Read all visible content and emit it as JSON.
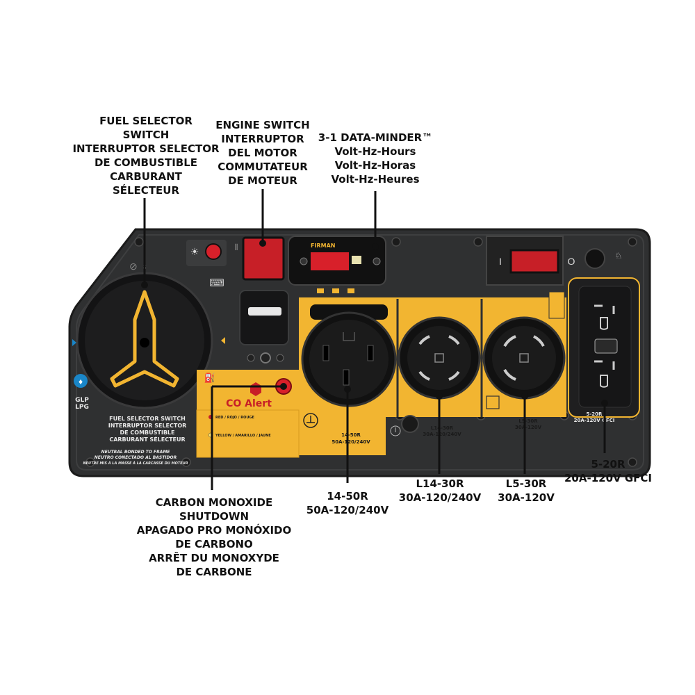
{
  "callouts": {
    "fuel_selector": [
      "FUEL SELECTOR",
      "SWITCH",
      "INTERRUPTOR SELECTOR",
      "DE COMBUSTIBLE",
      "CARBURANT",
      "SÉLECTEUR"
    ],
    "engine_switch": [
      "ENGINE SWITCH",
      "INTERRUPTOR",
      "DEL MOTOR",
      "COMMUTATEUR",
      "DE MOTEUR"
    ],
    "data_minder": [
      "3-1 DATA-MINDER™",
      "Volt-Hz-Hours",
      "Volt-Hz-Horas",
      "Volt-Hz-Heures"
    ],
    "co_shutdown": [
      "CARBON MONOXIDE",
      "SHUTDOWN",
      "APAGADO PRO MONÓXIDO",
      "DE CARBONO",
      "ARRÊT DU MONOXYDE",
      "DE CARBONE"
    ],
    "outlet_14_50r": [
      "14-50R",
      "50A-120/240V"
    ],
    "outlet_l14_30r": [
      "L14-30R",
      "30A-120/240V"
    ],
    "outlet_l5_30r": [
      "L5-30R",
      "30A-120V"
    ],
    "outlet_5_20r": [
      "5-20R",
      "20A-120V GFCI"
    ]
  },
  "panel": {
    "brand": "FIRMAN",
    "meter_brand": "FIRMAN",
    "co_alert": "CO Alert",
    "fuel_switch_label": [
      "FUEL SELECTOR SWITCH",
      "INTERRUPTOR SELECTOR",
      "DE COMBUSTIBLE",
      "CARBURANT SÉLECTEUR"
    ],
    "neutral_label": [
      "NEUTRAL BONDED TO FRAME",
      "NEUTRO CONECTADO AL BASTIDOR",
      "NEUTRE MIS À LA MASSE À LA CARCASSE DU MOTEUR"
    ],
    "fuel_types": [
      "GLP",
      "LPG"
    ],
    "outlet_14_50r_small": [
      "14-50R",
      "50A-120/240V"
    ],
    "outlet_l14_30r_small": [
      "L14-30R",
      "30A-120/240V"
    ],
    "outlet_l5_30r_small": [
      "L5-30R",
      "30A-120V"
    ],
    "outlet_5_20r_small": [
      "5-20R",
      "20A-120V GFCI"
    ],
    "co_color_labels": [
      "RED / ROJO / ROUGE",
      "YELLOW / AMARILLO / JAUNE"
    ]
  },
  "colors": {
    "panel": "#2f2f2f",
    "accent": "#f2b531",
    "indicator_red": "#d8202a",
    "button_blue": "#1a86c8"
  }
}
